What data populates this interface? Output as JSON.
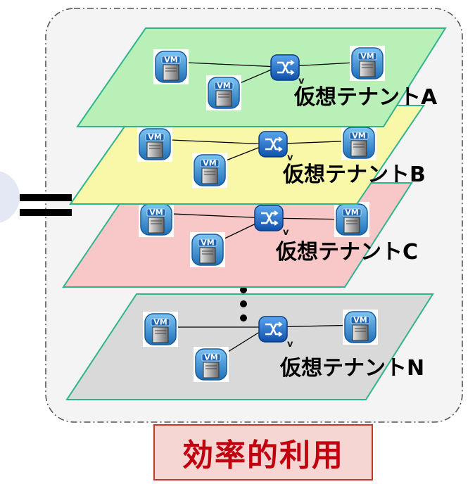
{
  "tenants": [
    {
      "id": "A",
      "label": "仮想テナントA",
      "fill": "#b8f0b8"
    },
    {
      "id": "B",
      "label": "仮想テナントB",
      "fill": "#f8f8a8"
    },
    {
      "id": "C",
      "label": "仮想テナントC",
      "fill": "#f8c8c8"
    },
    {
      "id": "N",
      "label": "仮想テナントN",
      "fill": "#d9d9d9"
    }
  ],
  "vm_label": "VM",
  "switch_mark": "v",
  "result": {
    "label": "効率的利用"
  },
  "colors": {
    "plane_border": "#2fb48c",
    "frame_border": "#555555",
    "frame_fill": "#f4f4f4",
    "result_border": "#c0392b",
    "result_text": "#c0000f",
    "vm_blue": "#2f8fd8",
    "switch_blue": "#1c64c8"
  }
}
